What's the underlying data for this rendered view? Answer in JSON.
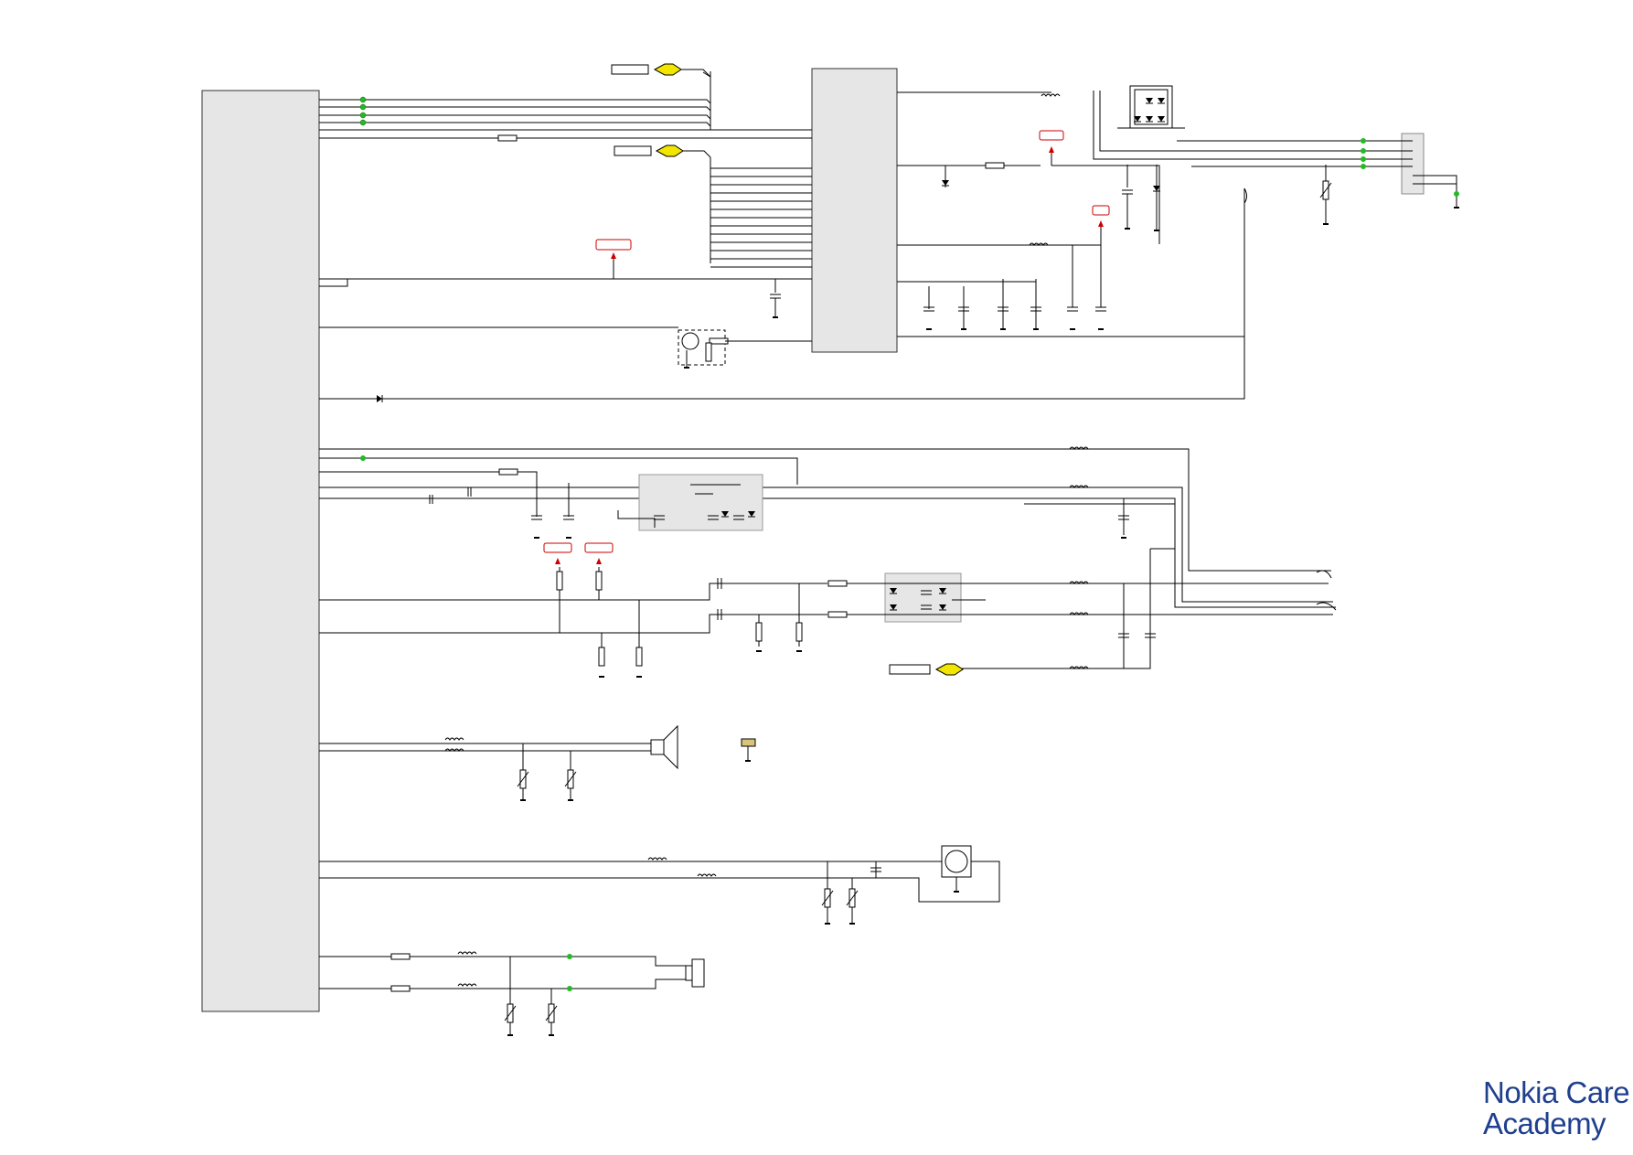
{
  "brand": {
    "line1": "Nokia Care",
    "line2": "Academy"
  },
  "colors": {
    "wire": "#000000",
    "block_fill": "#e6e6e6",
    "block_stroke": "#333333",
    "junction_green": "#22bb22",
    "pointer_yellow": "#f2e600",
    "flag_red": "#cc0000",
    "flag_border": "#cc0000",
    "chip_tan": "#d8c47a",
    "brand_blue": "#1f3f8f"
  },
  "components": {
    "main_ic": "main-ic-block",
    "interface_ic": "interface-ic-block",
    "protection_modules": [
      "esd-array-top",
      "esd-array-mid",
      "esd-array-low"
    ],
    "connectors": [
      "system-connector",
      "speaker",
      "vibra-motor",
      "earpiece"
    ]
  }
}
